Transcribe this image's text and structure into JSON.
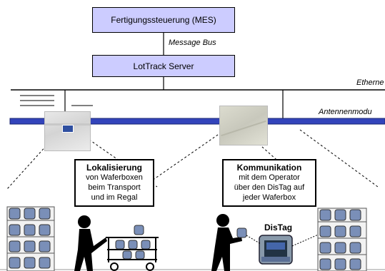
{
  "mes_label": "Fertigungssteuerung (MES)",
  "message_bus_label": "Message Bus",
  "server_label": "LotTrack Server",
  "ethernet_label": "Etherne",
  "antenna_label": "Antennenmodu",
  "left_callout": {
    "title": "Lokalisierung",
    "lines": [
      "von Waferboxen",
      "beim Transport",
      "und im Regal"
    ]
  },
  "right_callout": {
    "title": "Kommunikation",
    "lines": [
      "mit dem Operator",
      "über den DisTag auf",
      "jeder Waferbox"
    ]
  },
  "distag_label": "DisTag",
  "colors": {
    "box_fill": "#ccccff",
    "bus_blue": "#3344bb",
    "wafer_blue": "#7a8fb8"
  }
}
